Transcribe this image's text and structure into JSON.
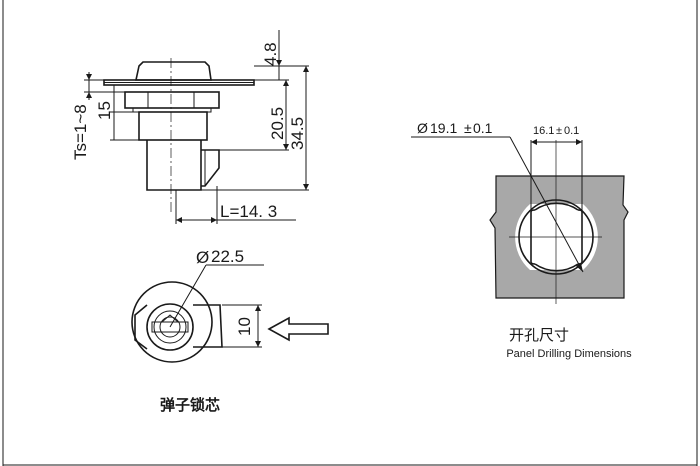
{
  "dimensions": {
    "thickness_range": "Ts=1~8",
    "d15": "15",
    "d4_8": "4.8",
    "d20_5": "20.5",
    "d34_5": "34.5",
    "length": "L=14. 3",
    "bezel_diameter": "22.5",
    "width_10": "10",
    "hole_diameter": "19.1",
    "hole_tolerance": "0.1",
    "flat_width": "16.1",
    "flat_tolerance": "0.1"
  },
  "symbols": {
    "diameter": "Ø",
    "plus_minus": "±"
  },
  "captions": {
    "drilling_cn": "开孔尺寸",
    "drilling_en": "Panel Drilling Dimensions",
    "product_cn": "弹子锁芯"
  }
}
